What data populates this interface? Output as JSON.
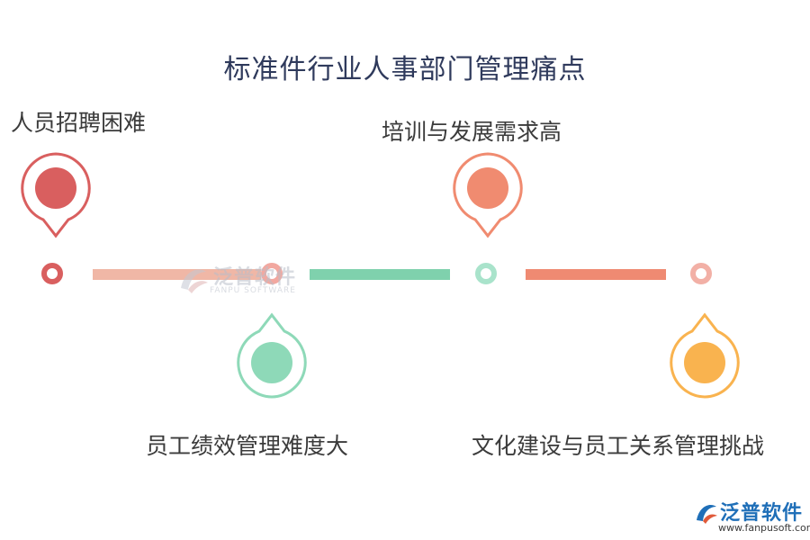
{
  "title": "标准件行业人事部门管理痛点",
  "items": [
    {
      "label": "人员招聘困难",
      "color": "#d95f5f",
      "ring_color": "#d95f5f"
    },
    {
      "label": "员工绩效管理难度大",
      "color": "#8ed9b8",
      "ring_color": "#f2a8a0"
    },
    {
      "label": "培训与发展需求高",
      "color": "#f08b70",
      "ring_color": "#a9e3cb"
    },
    {
      "label": "文化建设与员工关系管理挑战",
      "color": "#f9b34f",
      "ring_color": "#f2b0a6"
    }
  ],
  "connectors": [
    {
      "color": "#f0b7a6"
    },
    {
      "color": "#7fd1ad"
    },
    {
      "color": "#ef8a72"
    }
  ],
  "watermark": {
    "name": "泛普软件",
    "sub": "FANPU SOFTWARE"
  },
  "brand": {
    "name": "泛普软件",
    "url": "www.fanpusoft.com"
  },
  "icons": {
    "marker": "map-pin-icon",
    "node": "ring-node-icon",
    "logo": "fanpu-logo-icon"
  }
}
